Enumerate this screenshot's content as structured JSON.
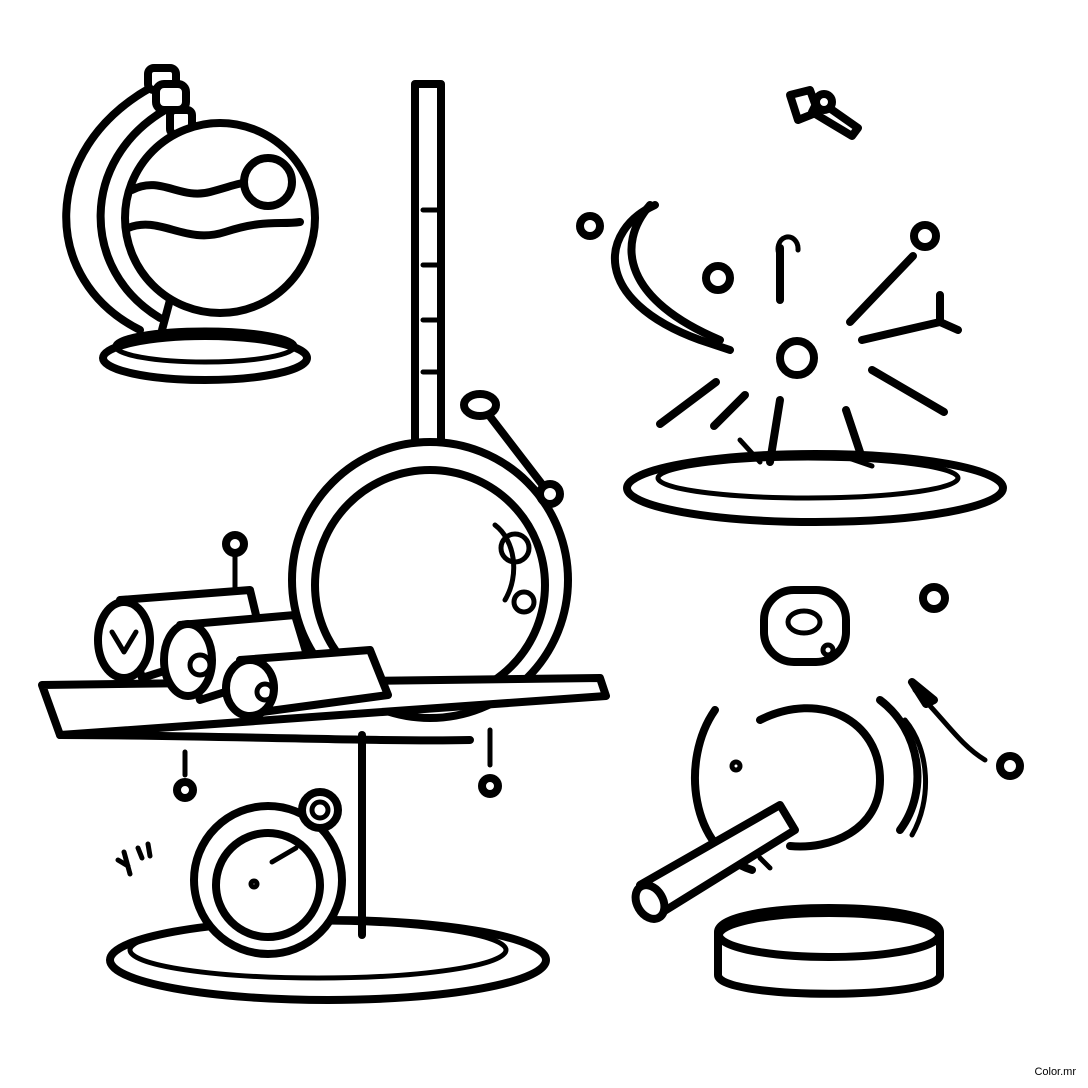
{
  "credit": "Color.mr",
  "colors": {
    "ink": "#000000",
    "paper": "#ffffff"
  },
  "illustrations": [
    "globe-on-stand",
    "balance-scale-with-rolls",
    "liquid-splash-in-dish",
    "pestle-and-bowl"
  ]
}
